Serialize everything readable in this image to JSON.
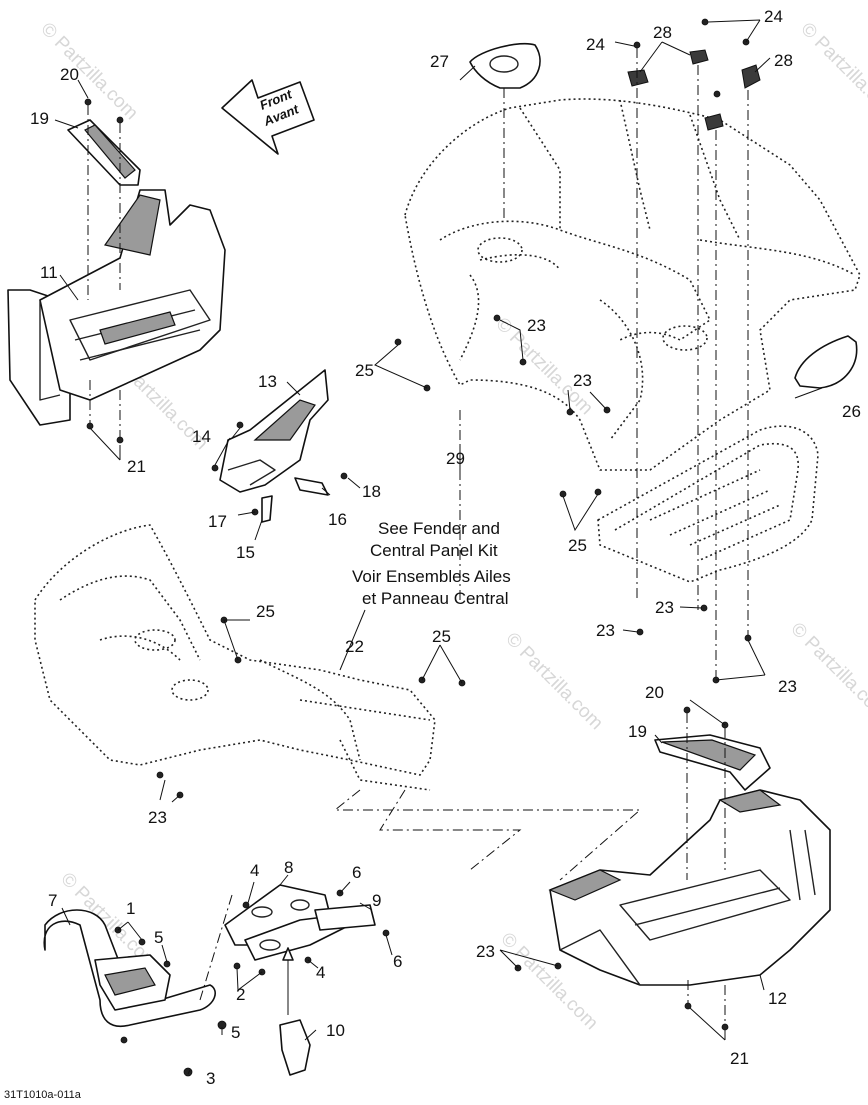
{
  "callouts": {
    "c1": "1",
    "c2": "2",
    "c3": "3",
    "c4a": "4",
    "c4b": "4",
    "c5a": "5",
    "c5b": "5",
    "c6a": "6",
    "c6b": "6",
    "c7": "7",
    "c8": "8",
    "c9": "9",
    "c10": "10",
    "c11": "11",
    "c12": "12",
    "c13": "13",
    "c14": "14",
    "c15": "15",
    "c16": "16",
    "c17": "17",
    "c18": "18",
    "c19a": "19",
    "c19b": "19",
    "c20a": "20",
    "c20b": "20",
    "c21a": "21",
    "c21b": "21",
    "c22": "22",
    "c23a": "23",
    "c23b": "23",
    "c23c": "23",
    "c23d": "23",
    "c23e": "23",
    "c23f": "23",
    "c23g": "23",
    "c24a": "24",
    "c24b": "24",
    "c25a": "25",
    "c25b": "25",
    "c25c": "25",
    "c25d": "25",
    "c26": "26",
    "c27": "27",
    "c28a": "28",
    "c28b": "28",
    "c29": "29"
  },
  "direction_arrow": {
    "line1": "Front",
    "line2": "Avant"
  },
  "note_en": {
    "line1": "See Fender and",
    "line2": "Central Panel Kit"
  },
  "note_fr": {
    "line1": "Voir Ensembles Ailes",
    "line2": "et Panneau Central"
  },
  "watermark": "© Partzilla.com",
  "reference_code": "31T1010a-011a"
}
